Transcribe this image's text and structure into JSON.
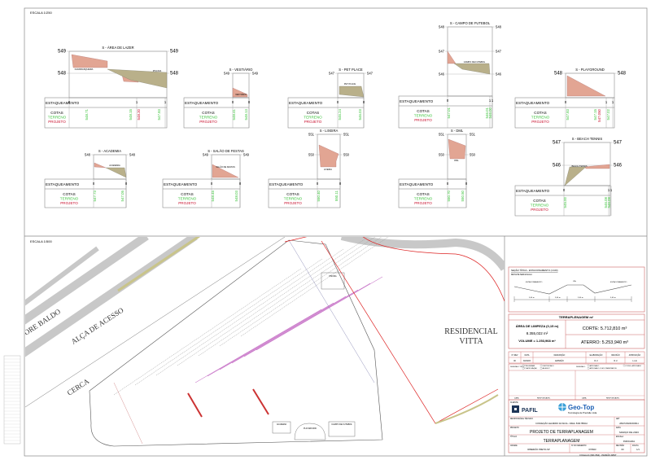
{
  "sheet": {
    "scale_top": "ESCALA 1/250",
    "scale_plan": "ESCALA 1/500",
    "footer": "FOLHA A1 (841x594) - PADRÃO ABNT",
    "colors": {
      "terreno": "#3ec43e",
      "projeto": "#c8102e",
      "cut": "#e2a593",
      "fill": "#b9b08a",
      "boundary": "#d22",
      "road": "#c8c8c8"
    }
  },
  "table_labels": {
    "estaqueamento": "ESTAQUEAMENTO",
    "cotas": "COTAS",
    "terreno": "TERRENO",
    "projeto": "PROJETO"
  },
  "sections": [
    {
      "title": "S - ÁREA DE LAZER",
      "levels": [
        "549",
        "548"
      ],
      "stations": [
        "0",
        "1",
        "1"
      ],
      "cotas": [
        {
          "v": "548.71",
          "t": "terreno"
        },
        {
          "v": "548.15",
          "t": "terreno"
        },
        {
          "v": "548.20",
          "t": "projeto"
        },
        {
          "v": "547.83",
          "t": "terreno"
        }
      ],
      "labels": [
        "CHURRASQUEIRA",
        "PISCINA"
      ]
    },
    {
      "title": "S - VESTIÁRIO",
      "levels": [
        "549"
      ],
      "stations": [
        "0",
        "0"
      ],
      "cotas": [
        {
          "v": "548.41",
          "t": "terreno"
        },
        {
          "v": "548.13",
          "t": "terreno"
        }
      ],
      "labels": [
        "VESTIÁRIO"
      ]
    },
    {
      "title": "S - PET PLACE",
      "levels": [
        "547"
      ],
      "stations": [
        "0",
        "0"
      ],
      "cotas": [
        {
          "v": "546.24",
          "t": "terreno"
        },
        {
          "v": "546.03",
          "t": "terreno"
        }
      ],
      "labels": [
        "PET PLACE"
      ]
    },
    {
      "title": "S - CAMPO DE FUTEBOL",
      "levels": [
        "548",
        "547",
        "546"
      ],
      "stations": [
        "0",
        "1",
        "1"
      ],
      "cotas": [
        {
          "v": "547.01",
          "t": "terreno"
        },
        {
          "v": "546.01",
          "t": "terreno"
        },
        {
          "v": "546.00",
          "t": "terreno"
        }
      ],
      "labels": [
        "CAMPO DE FUTEBOL"
      ]
    },
    {
      "title": "S - PLAYGROUND",
      "levels": [
        "548"
      ],
      "stations": [
        "0",
        "1",
        "1"
      ],
      "cotas": [
        {
          "v": "547.83",
          "t": "terreno"
        },
        {
          "v": "547.15",
          "t": "terreno"
        },
        {
          "v": "547.050",
          "t": "projeto"
        },
        {
          "v": "547.02",
          "t": "terreno"
        }
      ],
      "labels": []
    },
    {
      "title": "S - ACADEMIA",
      "levels": [
        "548"
      ],
      "stations": [
        "0",
        "0"
      ],
      "cotas": [
        {
          "v": "547.73",
          "t": "terreno"
        },
        {
          "v": "547.05",
          "t": "terreno"
        }
      ],
      "labels": [
        "ACADEMIA"
      ]
    },
    {
      "title": "S - SALÃO DE FESTAS",
      "levels": [
        "549"
      ],
      "stations": [
        "0",
        "0"
      ],
      "cotas": [
        {
          "v": "548.45",
          "t": "terreno"
        },
        {
          "v": "548.03",
          "t": "terreno"
        }
      ],
      "labels": [
        "SALÃO DE FESTAS"
      ]
    },
    {
      "title": "S - LIXEIRA",
      "levels": [
        "551",
        "550"
      ],
      "stations": [
        "0",
        "0"
      ],
      "cotas": [
        {
          "v": "550.40",
          "t": "terreno"
        },
        {
          "v": "550.11",
          "t": "terreno"
        }
      ],
      "labels": [
        "LIXEIRA"
      ]
    },
    {
      "title": "S - DML",
      "levels": [
        "551",
        "550"
      ],
      "stations": [
        "0",
        "0"
      ],
      "cotas": [
        {
          "v": "550.70",
          "t": "terreno"
        },
        {
          "v": "550.50",
          "t": "terreno"
        }
      ],
      "labels": [
        "DML"
      ]
    },
    {
      "title": "S - BEACH TENNIS",
      "levels": [
        "547",
        "546"
      ],
      "stations": [
        "0",
        "1",
        "1"
      ],
      "cotas": [
        {
          "v": "545.00",
          "t": "terreno"
        },
        {
          "v": "546.08",
          "t": "terreno"
        },
        {
          "v": "546.08",
          "t": "terreno"
        }
      ],
      "labels": [
        "BEACH TENNIS"
      ]
    }
  ],
  "plan": {
    "road_labels": [
      "ORE BALDO",
      "ALÇA DE ACESSO",
      "CERCA"
    ],
    "neighbor": [
      "RESIDENCIAL",
      "VITTA"
    ],
    "areas": [
      "CAMPO DE FUTEBOL",
      "PLAYGROUND",
      "ACADEMIA",
      "PISCINA"
    ]
  },
  "title_block": {
    "typical_section": {
      "title": "SEÇÃO TÍPICA - ESTACIONAMENTO (1:100)",
      "subtitle": "DETALHE SEM ESCALA",
      "labels": [
        "ESTACIONAMENTO",
        "VIA",
        "ESTACIONAMENTO"
      ],
      "dims": [
        "5,00 m",
        "3,00 m",
        "3,00 m",
        "5,00 m"
      ]
    },
    "earthwork": {
      "header": "TERRAPLENAGEM m³",
      "area_label": "ÁREA DE LIMPEZA (0,15 m)",
      "area_value": "8.355,022 m²",
      "volume": "VOLUME = 1.253,968 m³",
      "cut": "CORTE: 5.712,810 m³",
      "fill": "ATERRO: 5.253,940 m³"
    },
    "revisions": {
      "headers": [
        "Nº REV",
        "DATA",
        "DESCRIÇÃO",
        "ELABORAÇÃO",
        "REVISÃO",
        "APROVAÇÃO"
      ],
      "rows": [
        [
          "00",
          "30/03/23",
          "EMISSÃO",
          "R.U",
          "R.U",
          "L.L.E"
        ]
      ]
    },
    "drawing_type": {
      "label": "DESENHO TIPO:",
      "options": [
        "PRELIMINAR",
        "P/ APROVAÇÃO",
        "CERTIFICADO",
        "AS-BUILT"
      ],
      "status_label": "DESENHO:",
      "status": [
        "APROVADO",
        "APROVADO COM COMENTÁRIOS",
        "CÓDIG. APROVADO"
      ]
    },
    "sign": [
      "DATA",
      "RESPONSÁVEL",
      "DATA",
      "RESPONSÁVEL"
    ],
    "client_label": "CLIENTE",
    "client": "PAFIL",
    "company": "Geo-Top",
    "company_sub": "Tecnologia de Precisão Ltda.",
    "resp_label": "RESPONSÁVEL TÉCNICO",
    "resp": "CONCEIÇÃO LEANDRO DA SILVA - CREA: 5061785042",
    "art_label": "ART",
    "art": "28027230230303011",
    "project_label": "PROJETO",
    "project": "PROJETO DE TERRAPLANAGEM",
    "date_label": "DATA",
    "date": "MARÇO DE 2023",
    "title_label": "TÍTULO",
    "title": "TERRAPLANAGEM",
    "scale_label": "ESCALA",
    "scale": "INDICADA",
    "city_label": "CIDADE",
    "city": "RIBEIRÃO PRETO-SP",
    "drawing_no_label": "Nº DO DESENHO",
    "drawing_no": "070823",
    "rev_label": "REVISÃO",
    "rev": "00",
    "sheet_label": "FOLHA",
    "sheet": "1/1"
  }
}
